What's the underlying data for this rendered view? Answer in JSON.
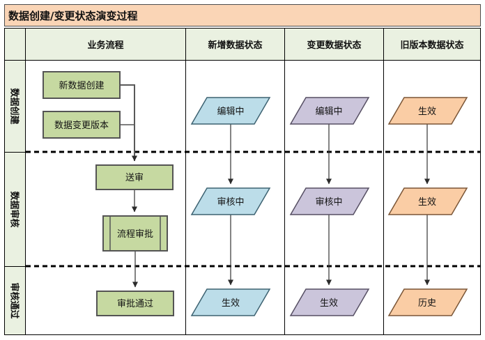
{
  "title": "数据创建/变更状态演变过程",
  "columns": {
    "process": "业务流程",
    "new_data": "新增数据状态",
    "changed_data": "变更数据状态",
    "old_version": "旧版本数据状态"
  },
  "lanes": {
    "creation": "数据创建",
    "review": "数据审核",
    "passed": "审核通过"
  },
  "process_nodes": {
    "new_data_create": "新数据创建",
    "data_change_version": "数据变更版本",
    "submit_review": "送审",
    "flow_approval": "流程审批",
    "approval_passed": "审批通过"
  },
  "new_data_states": {
    "editing": "编辑中",
    "reviewing": "审核中",
    "effective": "生效"
  },
  "changed_data_states": {
    "editing": "编辑中",
    "reviewing": "审核中",
    "effective": "生效"
  },
  "old_version_states": {
    "stage1": "生效",
    "stage2": "生效",
    "stage3": "历史"
  },
  "colors": {
    "title_bg": "#fad5b6",
    "header_bg": "#eaf1e1",
    "process_box": "#c6d9a1",
    "new_data_shape": "#bcdde9",
    "changed_data_shape": "#cbc5db",
    "old_version_shape": "#facda5"
  }
}
